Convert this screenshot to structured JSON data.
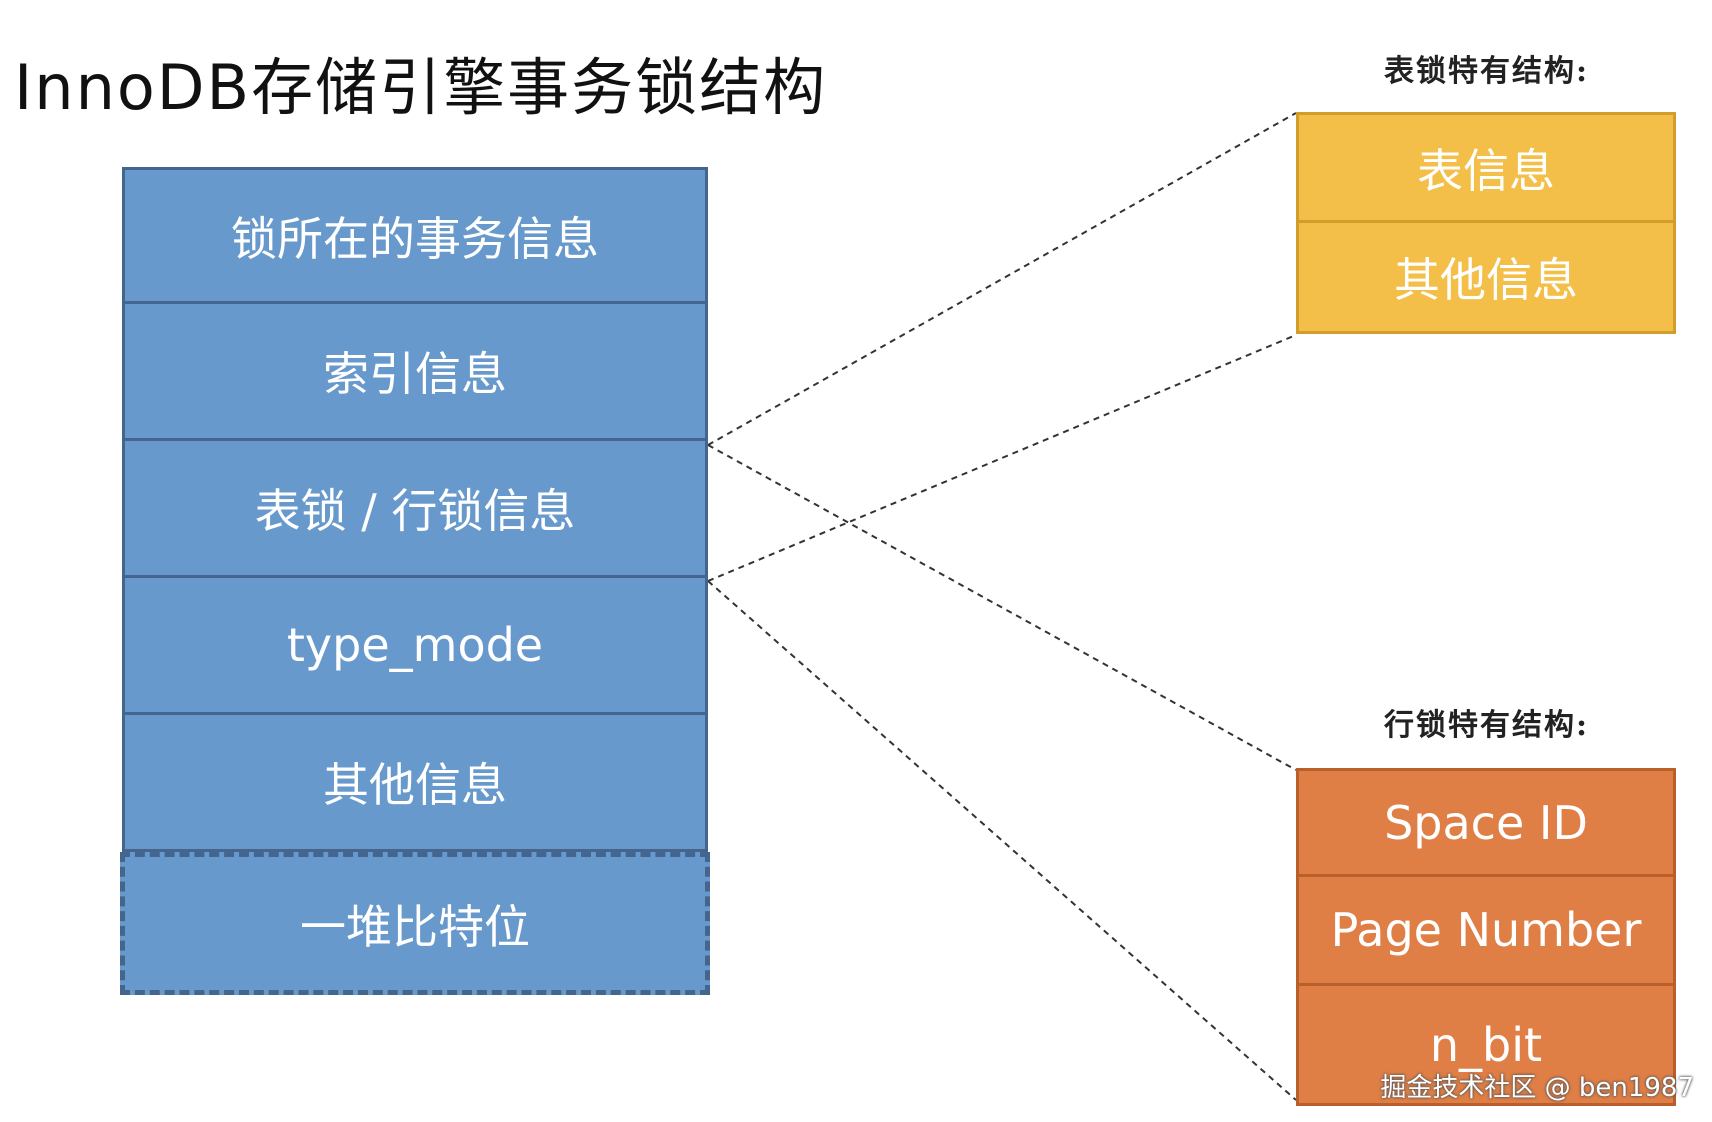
{
  "title": "InnoDB存储引擎事务锁结构",
  "lock_struct": {
    "fields": [
      "锁所在的事务信息",
      "索引信息",
      "表锁 / 行锁信息",
      "type_mode",
      "其他信息"
    ],
    "bitmap_field": "一堆比特位"
  },
  "table_lock": {
    "heading": "表锁特有结构:",
    "fields": [
      "表信息",
      "其他信息"
    ]
  },
  "row_lock": {
    "heading": "行锁特有结构:",
    "fields": [
      "Space ID",
      "Page Number",
      "n_bit"
    ]
  },
  "watermark": "掘金技术社区 @ ben1987",
  "colors": {
    "main_fill": "#6899cd",
    "main_border": "#44658e",
    "table_fill": "#f3bf48",
    "row_fill": "#df7f46"
  }
}
